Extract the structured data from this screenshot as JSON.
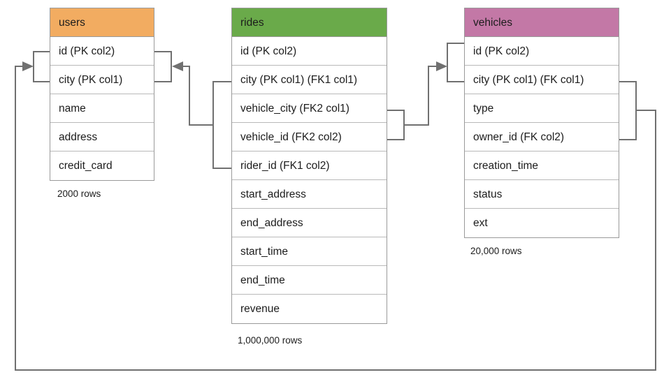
{
  "diagram": {
    "title": "Database schema entity-relationship diagram",
    "background_color": "#ffffff",
    "connector_color": "#707070"
  },
  "entities": [
    {
      "id": "users",
      "name": "users",
      "header_color": "#f2ac61",
      "row_count_label": "2000 rows",
      "columns": [
        {
          "label": "id (PK col2)"
        },
        {
          "label": "city (PK col1)"
        },
        {
          "label": "name"
        },
        {
          "label": "address"
        },
        {
          "label": "credit_card"
        }
      ]
    },
    {
      "id": "rides",
      "name": "rides",
      "header_color": "#6aaa4a",
      "row_count_label": "1,000,000 rows",
      "columns": [
        {
          "label": "id (PK col2)"
        },
        {
          "label": "city (PK col1) (FK1 col1)"
        },
        {
          "label": "vehicle_city (FK2 col1)"
        },
        {
          "label": "vehicle_id (FK2 col2)"
        },
        {
          "label": "rider_id (FK1 col2)"
        },
        {
          "label": "start_address"
        },
        {
          "label": "end_address"
        },
        {
          "label": "start_time"
        },
        {
          "label": "end_time"
        },
        {
          "label": "revenue"
        }
      ]
    },
    {
      "id": "vehicles",
      "name": "vehicles",
      "header_color": "#c378a6",
      "row_count_label": "20,000 rows",
      "columns": [
        {
          "label": "id (PK col2)"
        },
        {
          "label": "city (PK col1) (FK col1)"
        },
        {
          "label": "type"
        },
        {
          "label": "owner_id (FK col2)"
        },
        {
          "label": "creation_time"
        },
        {
          "label": "status"
        },
        {
          "label": "ext"
        }
      ]
    }
  ],
  "relationships": [
    {
      "id": "rides-fk1-users",
      "from_entity": "rides",
      "from_columns": [
        "city (PK col1) (FK1 col1)",
        "rider_id (FK1 col2)"
      ],
      "to_entity": "users",
      "to_columns": [
        "id (PK col2)",
        "city (PK col1)"
      ],
      "arrow_direction": "left"
    },
    {
      "id": "rides-fk2-vehicles",
      "from_entity": "rides",
      "from_columns": [
        "vehicle_city (FK2 col1)",
        "vehicle_id (FK2 col2)"
      ],
      "to_entity": "vehicles",
      "to_columns": [
        "id (PK col2)",
        "city (PK col1) (FK col1)"
      ],
      "arrow_direction": "right"
    },
    {
      "id": "vehicles-fk-users",
      "from_entity": "vehicles",
      "from_columns": [
        "city (PK col1) (FK col1)",
        "owner_id (FK col2)"
      ],
      "to_entity": "users",
      "to_columns": [
        "id (PK col2)",
        "city (PK col1)"
      ],
      "arrow_direction": "right"
    }
  ]
}
